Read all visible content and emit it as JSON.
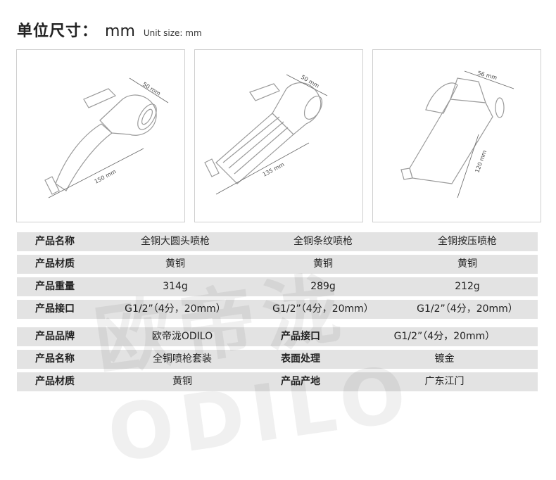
{
  "header": {
    "title": "单位尺寸：",
    "unit": "mm",
    "subtitle": "Unit size: mm"
  },
  "products": [
    {
      "name": "全铜大圆头喷枪",
      "dims": {
        "head": "50 mm",
        "length": "150 mm"
      }
    },
    {
      "name": "全铜条纹喷枪",
      "dims": {
        "head": "50 mm",
        "length": "135 mm"
      }
    },
    {
      "name": "全铜按压喷枪",
      "dims": {
        "head": "56 mm",
        "length": "120 mm"
      }
    }
  ],
  "spec_table": {
    "rows": [
      {
        "label": "产品名称",
        "values": [
          "全铜大圆头喷枪",
          "全铜条纹喷枪",
          "全铜按压喷枪"
        ]
      },
      {
        "label": "产品材质",
        "values": [
          "黄铜",
          "黄铜",
          "黄铜"
        ]
      },
      {
        "label": "产品重量",
        "values": [
          "314g",
          "289g",
          "212g"
        ]
      },
      {
        "label": "产品接口",
        "values": [
          "G1/2”（4分，20mm）",
          "G1/2”（4分，20mm）",
          "G1/2”（4分，20mm）"
        ]
      }
    ]
  },
  "info_table": {
    "rows": [
      {
        "label1": "产品品牌",
        "value1": "欧帝泷ODILO",
        "label2": "产品接口",
        "value2": "G1/2”（4分，20mm）"
      },
      {
        "label1": "产品名称",
        "value1": "全铜喷枪套装",
        "label2": "表面处理",
        "value2": "镀金"
      },
      {
        "label1": "产品材质",
        "value1": "黄铜",
        "label2": "产品产地",
        "value2": "广东江门"
      }
    ]
  },
  "watermark": "欧帝泷ODILO"
}
